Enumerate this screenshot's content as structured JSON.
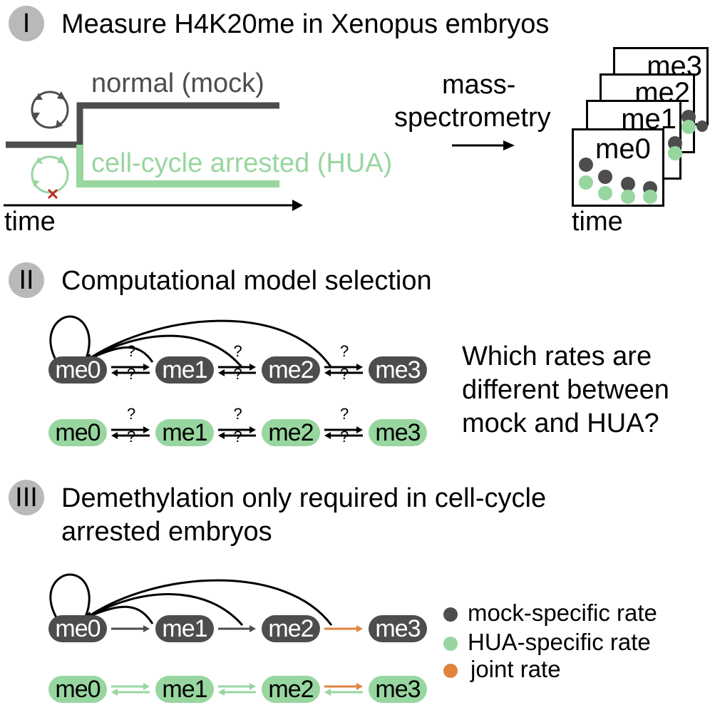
{
  "colors": {
    "mock": "#4d4d4d",
    "hua": "#98d6a0",
    "joint": "#e0833f",
    "badge": "#b9b9b9",
    "arrest_mark": "#c0281c"
  },
  "section1": {
    "numeral": "I",
    "title": "Measure H4K20me in Xenopus embryos",
    "mock_label": "normal (mock)",
    "hua_label": "cell-cycle arrested (HUA)",
    "time_label": "time",
    "method_label_line1": "mass-",
    "method_label_line2": "spectrometry",
    "panels": [
      "me3",
      "me2",
      "me1",
      "me0"
    ],
    "panel_time_label": "time",
    "icons": {
      "mock_cycle": "cycle-arrows-icon",
      "hua_cycle": "cycle-arrows-arrested-icon",
      "arrest": "x-mark-icon"
    }
  },
  "section2": {
    "numeral": "II",
    "title": "Computational model selection",
    "mock_nodes": [
      "me0",
      "me1",
      "me2",
      "me3"
    ],
    "hua_nodes": [
      "me0",
      "me1",
      "me2",
      "me3"
    ],
    "rate_unknown": "?",
    "question_line1": "Which rates are",
    "question_line2": "different between",
    "question_line3": "mock and HUA?"
  },
  "section3": {
    "numeral": "III",
    "title_line1": "Demethylation only required in cell-cycle",
    "title_line2": "arrested embryos",
    "mock_nodes": [
      "me0",
      "me1",
      "me2",
      "me3"
    ],
    "hua_nodes": [
      "me0",
      "me1",
      "me2",
      "me3"
    ],
    "mock_transitions": [
      "mock",
      "mock",
      "joint"
    ],
    "hua_forward": [
      "hua",
      "hua",
      "joint"
    ],
    "hua_reverse": [
      "hua",
      "hua",
      "hua"
    ],
    "legend": [
      {
        "label": "mock-specific rate",
        "color": "#4d4d4d"
      },
      {
        "label": "HUA-specific rate",
        "color": "#98d6a0"
      },
      {
        "label": "joint rate",
        "color": "#e0833f"
      }
    ]
  }
}
